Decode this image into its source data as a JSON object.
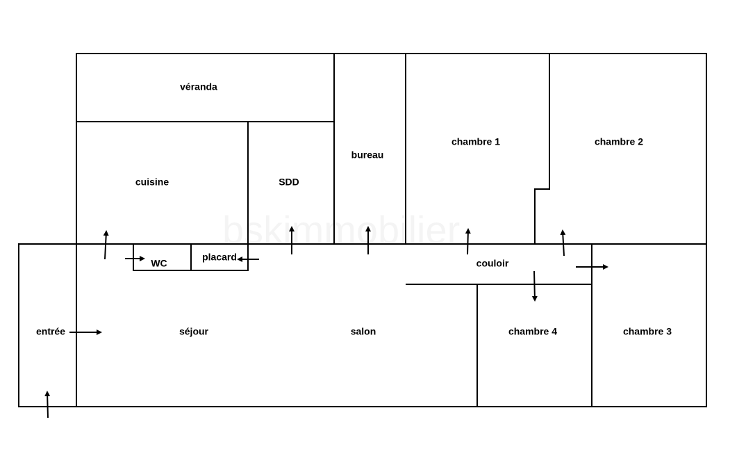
{
  "watermark": "bskimmobilier",
  "rooms": {
    "veranda": "véranda",
    "cuisine": "cuisine",
    "sdd": "SDD",
    "bureau": "bureau",
    "chambre1": "chambre 1",
    "chambre2": "chambre 2",
    "wc": "WC",
    "placard": "placard",
    "couloir": "couloir",
    "entree": "entrée",
    "sejour": "séjour",
    "salon": "salon",
    "chambre4": "chambre 4",
    "chambre3": "chambre 3"
  }
}
